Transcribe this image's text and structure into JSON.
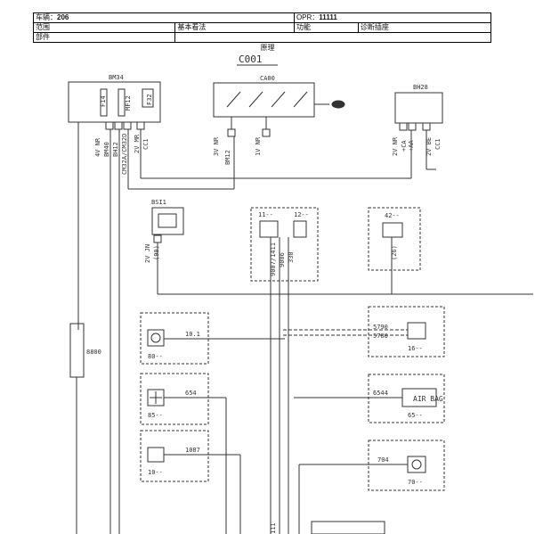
{
  "header": {
    "vehicle_label": "车辆：",
    "vehicle_value": "206",
    "opr_label": "OPR：",
    "opr_value": "11111",
    "scope_label": "范围",
    "basic_label": "基本看法",
    "function_label": "功能",
    "diag_label": "诊断插座",
    "part_label": "部件"
  },
  "diagram": {
    "section_title": "原理",
    "diagram_code": "C001",
    "connectors": {
      "bm34": "BM34",
      "ca00": "CA00",
      "bh28": "BH28",
      "bsi1": "BSI1",
      "8800": "8800"
    },
    "bm34_parts": [
      "F14",
      "MF12",
      "F32"
    ],
    "bm34_wires": [
      "4V NR",
      "BM40",
      "BH12",
      "CM32A/CM32D",
      "2V MR",
      "CC1"
    ],
    "ca00_wires": [
      "3V NR",
      "BM12",
      "1V NR"
    ],
    "bh28_wires": [
      "2V NR",
      "+CA",
      "+AA",
      "2V BE",
      "CC1"
    ],
    "bsi1_wire": "2V JN",
    "bsi1_pin": "(90)",
    "module_11": "11--",
    "module_12": "12--",
    "module_42": "42--",
    "module_42_wire": "(26)",
    "mid_wires": [
      "9007/1411",
      "9006",
      "330"
    ],
    "left_modules": [
      {
        "code": "80--",
        "wire": "10.1"
      },
      {
        "code": "85--",
        "wire": "654"
      },
      {
        "code": "10--",
        "wire": "1087"
      }
    ],
    "right_modules": [
      {
        "code": "16--",
        "wire1": "5790",
        "wire2": "5780"
      },
      {
        "code": "65--",
        "wire1": "6544",
        "text": "AIR BAG"
      },
      {
        "code": "70--",
        "wire1": "704"
      }
    ],
    "bottom_wire": "111"
  },
  "colors": {
    "line": "#333333",
    "dash": "#555555"
  }
}
